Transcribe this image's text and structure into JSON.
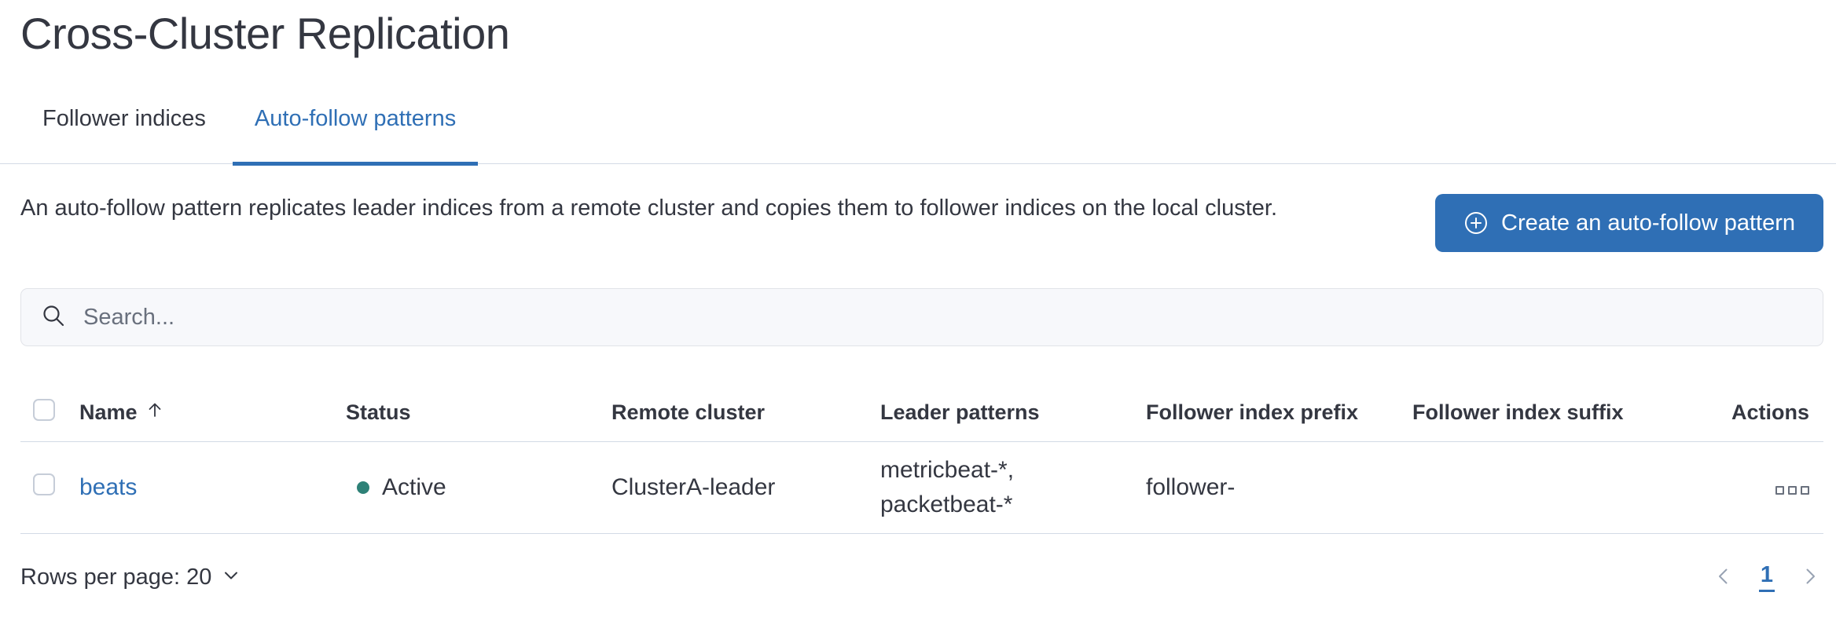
{
  "page": {
    "title": "Cross-Cluster Replication"
  },
  "tabs": {
    "items": [
      {
        "label": "Follower indices",
        "active": false
      },
      {
        "label": "Auto-follow patterns",
        "active": true
      }
    ]
  },
  "intro": {
    "description": "An auto-follow pattern replicates leader indices from a remote cluster and copies them to follower indices on the local cluster.",
    "create_button_label": "Create an auto-follow pattern"
  },
  "search": {
    "placeholder": "Search..."
  },
  "table": {
    "columns": {
      "name": "Name",
      "status": "Status",
      "remote_cluster": "Remote cluster",
      "leader_patterns": "Leader patterns",
      "follower_index_prefix": "Follower index prefix",
      "follower_index_suffix": "Follower index suffix",
      "actions": "Actions"
    },
    "sort": {
      "column": "Name",
      "direction": "ascending"
    },
    "rows": [
      {
        "name": "beats",
        "status": "Active",
        "remote_cluster": "ClusterA-leader",
        "leader_patterns": "metricbeat-*, packetbeat-*",
        "follower_index_prefix": "follower-",
        "follower_index_suffix": ""
      }
    ]
  },
  "footer": {
    "rows_per_page_label": "Rows per page: 20",
    "pagination": {
      "current_page": "1"
    }
  },
  "icons": {
    "create_button": "plus-in-circle",
    "search": "magnifier",
    "sort": "arrow-up",
    "row_actions": "boxes-horizontal",
    "rows_per_page": "chevron-down",
    "previous": "chevron-left",
    "next": "chevron-right",
    "status": "dot"
  },
  "colors": {
    "primary": "#2f6fb5",
    "text": "#343741",
    "muted_text": "#69707d",
    "divider": "#d3dae6",
    "status_active_dot": "#2e8177",
    "search_background": "#f7f8fb",
    "pagination_chevron": "#98a2b3"
  }
}
